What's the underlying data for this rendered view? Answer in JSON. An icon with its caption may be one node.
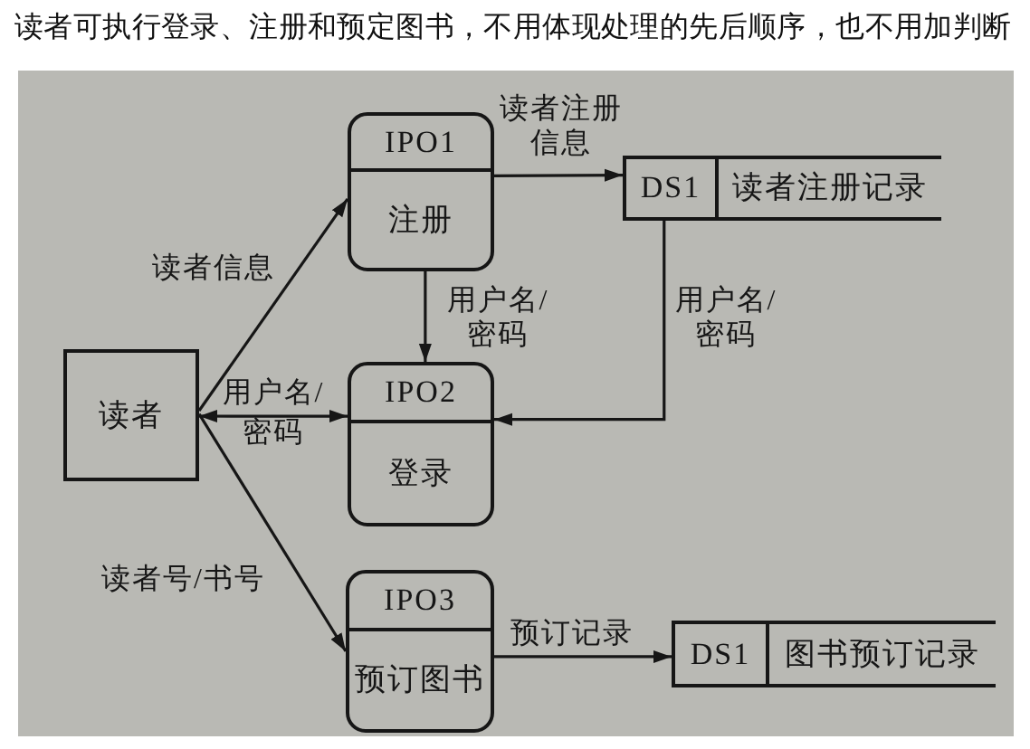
{
  "diagram": {
    "title": "读者可执行登录、注册和预定图书，不用体现处理的先后顺序，也不用加判断",
    "nodes": [
      {
        "text": [
          "读者"
        ]
      },
      {
        "text": [
          "IPO1",
          "注册"
        ]
      },
      {
        "text": [
          "IPO2",
          "登录"
        ]
      },
      {
        "text": [
          "IPO3",
          "预订图书"
        ]
      },
      {
        "text": [
          "DS1",
          "读者注册记录"
        ]
      },
      {
        "text": [
          "DS1",
          "图书预订记录"
        ]
      }
    ],
    "edges": [
      {
        "from": 0,
        "to": 1,
        "arrow": "to",
        "label": "读者信息"
      },
      {
        "from": 0,
        "to": 2,
        "arrow": "both",
        "label": "用户名/密码"
      },
      {
        "from": 0,
        "to": 3,
        "arrow": "to",
        "label": "读者号/书号"
      },
      {
        "from": 1,
        "to": 2,
        "arrow": "to",
        "label": "用户名/密码"
      },
      {
        "from": 1,
        "to": 4,
        "arrow": "to",
        "label": "读者注册信息"
      },
      {
        "from": 4,
        "to": 2,
        "arrow": "to",
        "label": "用户名/密码"
      },
      {
        "from": 3,
        "to": 5,
        "arrow": "to",
        "label": "预订记录"
      }
    ]
  }
}
